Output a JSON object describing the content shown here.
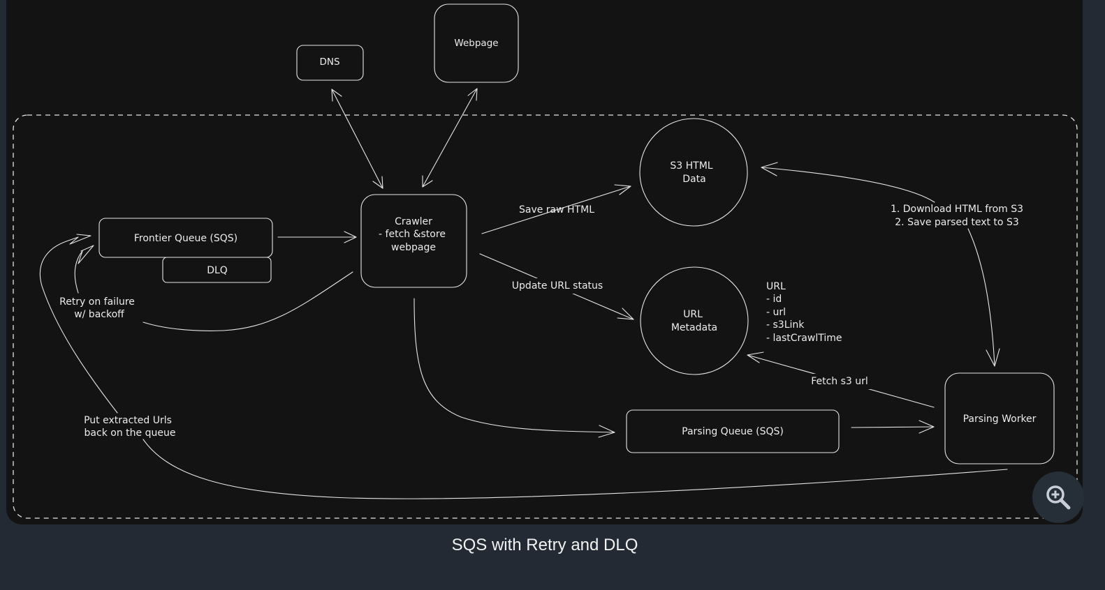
{
  "nodes": {
    "dns": "DNS",
    "webpage": "Webpage",
    "crawler": [
      "Crawler",
      "- fetch &store",
      "webpage"
    ],
    "frontier_queue": "Frontier Queue (SQS)",
    "dlq": "DLQ",
    "s3_html": [
      "S3 HTML",
      "Data"
    ],
    "url_metadata": [
      "URL",
      "Metadata"
    ],
    "parsing_queue": "Parsing Queue (SQS)",
    "parsing_worker": "Parsing Worker"
  },
  "edge_labels": {
    "save_raw_html": "Save raw HTML",
    "update_url_status": "Update URL status",
    "retry": [
      "Retry on failure",
      "w/ backoff"
    ],
    "put_extracted": [
      "Put extracted Urls",
      "back on the queue"
    ],
    "fetch_s3_url": "Fetch s3 url",
    "worker_s3": [
      "1. Download HTML from S3",
      "2. Save parsed text to S3"
    ]
  },
  "url_schema": [
    "URL",
    "- id",
    "- url",
    "- s3Link",
    "- lastCrawlTime"
  ],
  "caption": "SQS with Retry and DLQ",
  "zoom_icon": "zoom-in-icon",
  "colors": {
    "page_background": "#232a33",
    "canvas_background": "#131314",
    "stroke": "#e6e6e6"
  }
}
